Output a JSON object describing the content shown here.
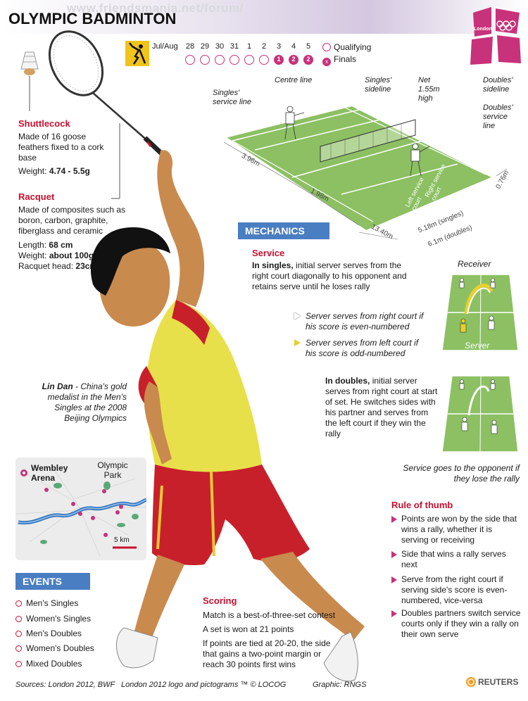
{
  "watermark": "www.friendsmania.net/forum/",
  "title": "OLYMPIC BADMINTON",
  "logo_text": "London",
  "schedule": {
    "month_label": "Jul/Aug",
    "days": [
      "28",
      "29",
      "30",
      "31",
      "1",
      "2",
      "3",
      "4",
      "5"
    ],
    "finals_marks": [
      "",
      "",
      "",
      "",
      "",
      "",
      "1",
      "2",
      "2"
    ],
    "legend_qualifying": "Qualifying",
    "legend_finals_mark": "x",
    "legend_finals": "Finals"
  },
  "shuttlecock": {
    "heading": "Shuttlecock",
    "desc": "Made of 16 goose feathers fixed to a cork base",
    "weight_label": "Weight:",
    "weight_value": "4.74 - 5.5g"
  },
  "racquet": {
    "heading": "Racquet",
    "desc": "Made of composites such as boron, carbon, graphite, fiberglass and ceramic",
    "length_label": "Length:",
    "length_value": "68 cm",
    "weight_label": "Weight:",
    "weight_value": "about 100g",
    "head_label": "Racquet head:",
    "head_value": "23cm x 28cm"
  },
  "court": {
    "singles_service_line": "Singles' service line",
    "centre_line": "Centre line",
    "singles_sideline": "Singles' sideline",
    "net": "Net 1.55m high",
    "doubles_sideline": "Doubles' sideline",
    "doubles_service_line": "Doubles' service line",
    "dim_396": "3.96m",
    "dim_198": "1.98m",
    "dim_1340": "13.40m",
    "dim_076": "0.76m",
    "dim_518": "5.18m (singles)",
    "dim_61": "6.1m (doubles)",
    "left_court": "Left service court",
    "right_court": "Right service court"
  },
  "mechanics": {
    "banner": "MECHANICS",
    "service_heading": "Service",
    "singles_bold": "In singles,",
    "singles_text": "initial server serves from the right court diagonally to his opponent and retains serve until he loses rally",
    "even_text": "Server serves from right court if his score is even-numbered",
    "odd_text": "Server serves from left court if his score is odd-numbered",
    "receiver": "Receiver",
    "server": "Server",
    "doubles_bold": "In doubles,",
    "doubles_text": "initial server serves from right court at start of set. He switches sides with his partner and serves from the left court if they win the rally",
    "opponent_text": "Service goes to the opponent if they lose the rally"
  },
  "lin_dan": {
    "name": "Lin Dan",
    "text": "- China's gold medalist in the Men's Singles at the 2008 Beijing Olympics"
  },
  "map": {
    "wembley": "Wembley Arena",
    "olympic_park": "Olympic Park",
    "scale": "5 km"
  },
  "events": {
    "banner": "EVENTS",
    "items": [
      "Men's Singles",
      "Women's Singles",
      "Men's Doubles",
      "Women's Doubles",
      "Mixed Doubles"
    ]
  },
  "scoring": {
    "heading": "Scoring",
    "p1": "Match is a best-of-three-set contest",
    "p2": "A set is won at 21 points",
    "p3": "If points are tied at 20-20, the side that gains a two-point margin or reach 30 points first wins"
  },
  "rule_of_thumb": {
    "heading": "Rule of thumb",
    "items": [
      "Points are won by the side that wins a rally, whether it is serving or receiving",
      "Side that wins a rally serves next",
      "Serve from the right court if serving side's score is even-numbered, vice-versa",
      "Doubles partners switch service courts only if they win a rally on their own serve"
    ]
  },
  "footer": {
    "sources": "Sources: London 2012, BWF",
    "logo_credit": "London 2012 logo and pictograms ™ © LOCOG",
    "graphic": "Graphic: RNGS",
    "reuters": "REUTERS"
  },
  "colors": {
    "accent_red": "#c8102e",
    "finals_pink": "#c8327a",
    "banner_blue": "#4a7ec2",
    "court_green": "#8cc063",
    "shirt_yellow": "#e8e04a",
    "shorts_red": "#c8202a"
  }
}
